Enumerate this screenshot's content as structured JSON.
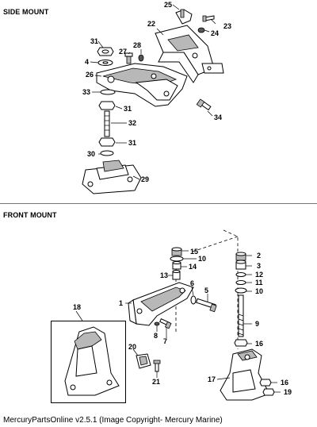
{
  "sections": {
    "side_mount_title": "SIDE MOUNT",
    "front_mount_title": "FRONT MOUNT"
  },
  "side_mount_callouts": [
    "25",
    "22",
    "23",
    "24",
    "31",
    "28",
    "27",
    "4",
    "26",
    "33",
    "31",
    "32",
    "34",
    "30",
    "31",
    "29"
  ],
  "front_mount_callouts": [
    "15",
    "10",
    "14",
    "13",
    "6",
    "5",
    "1",
    "8",
    "7",
    "2",
    "3",
    "12",
    "11",
    "10",
    "9",
    "16",
    "18",
    "20",
    "21",
    "17",
    "16",
    "19"
  ],
  "caption": "MercuryPartsOnline v2.5.1 (Image Copyright- Mercury Marine)"
}
